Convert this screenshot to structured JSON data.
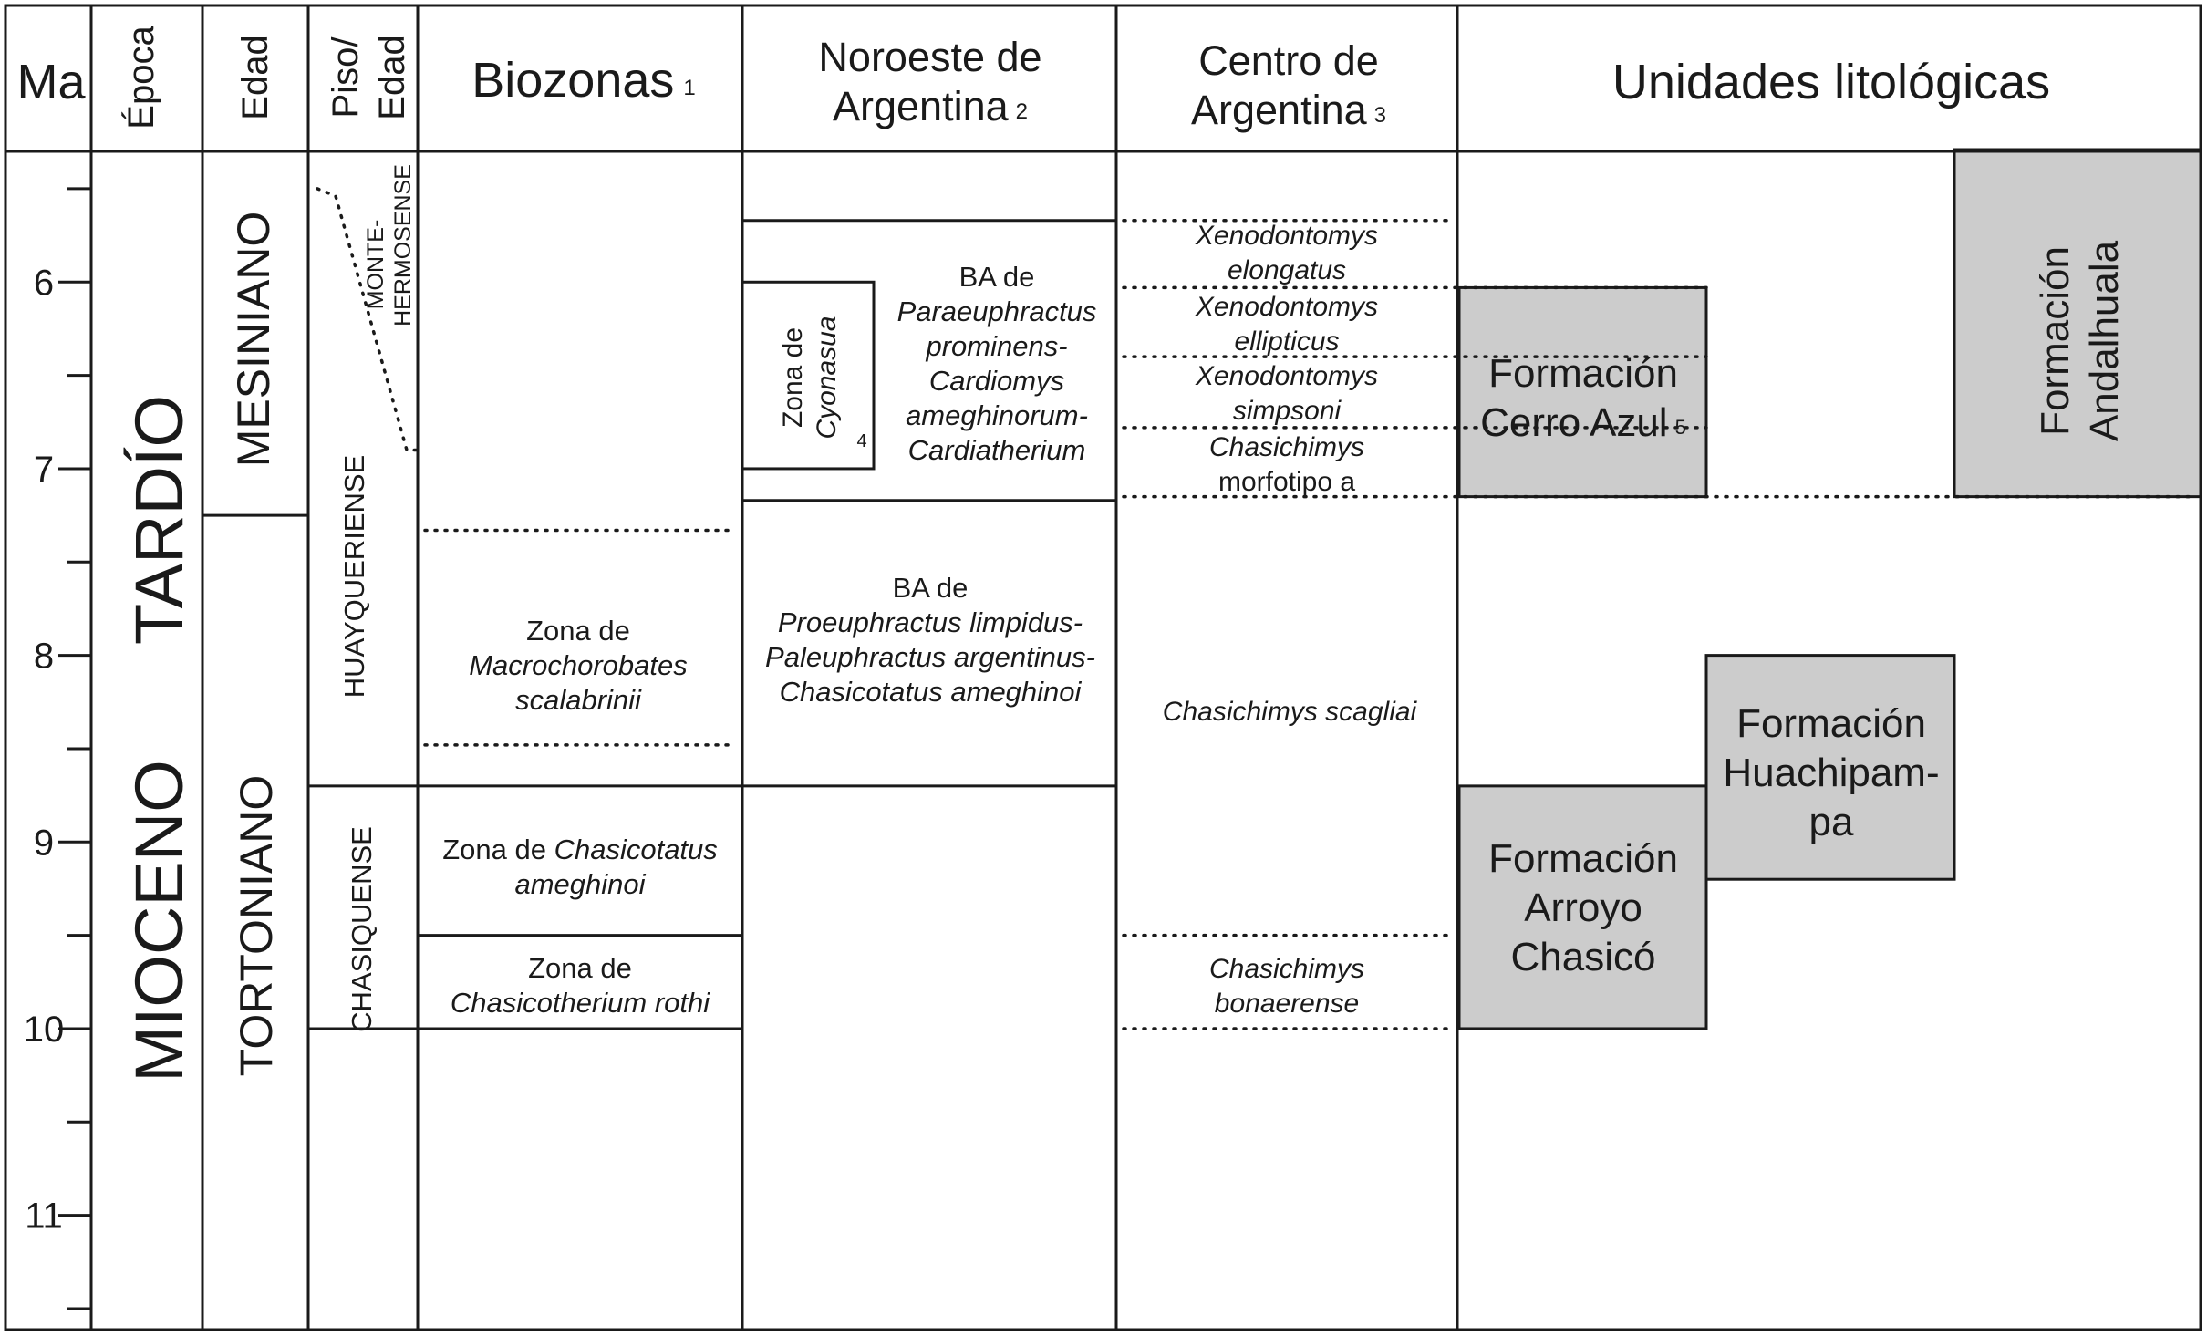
{
  "headers": {
    "ma": "Ma",
    "epoca": "Época",
    "edad": "Edad",
    "piso_line1": "Piso/",
    "piso_line2": "Edad",
    "biozonas": "Biozonas",
    "biozonas_note": "1",
    "noroeste_line1": "Noroeste de",
    "noroeste_line2": "Argentina",
    "noroeste_note": "2",
    "centro_line1": "Centro de",
    "centro_line2": "Argentina",
    "centro_note": "3",
    "unidades": "Unidades litológicas"
  },
  "time_axis": {
    "unit": "Ma",
    "min": 5.3,
    "max": 11.6,
    "ticks": [
      5.5,
      6,
      6.5,
      7,
      7.5,
      8,
      8.5,
      9,
      9.5,
      10,
      10.5,
      11,
      11.5
    ],
    "labels": [
      "6",
      "7",
      "8",
      "9",
      "10",
      "11"
    ]
  },
  "epoch": {
    "name": "MIOCENO",
    "subdivision": "TARDÍO"
  },
  "ages": [
    {
      "name": "MESINIANO",
      "from": 5.3,
      "to": 7.25
    },
    {
      "name": "TORTONIANO",
      "from": 7.25,
      "to": 11.6
    }
  ],
  "stages": [
    {
      "name": "MONTE-",
      "name2": "HERMOSENSE",
      "from": 5.5,
      "to": 6.9
    },
    {
      "name": "HUAYQUERIENSE",
      "from": 5.3,
      "to": 8.7
    },
    {
      "name": "CHASIQUENSE",
      "from": 8.7,
      "to": 10.0
    }
  ],
  "biozonas": [
    {
      "line1": "Zona de",
      "line2": "Macrochorobates",
      "line3": "scalabrinii",
      "from": 7.33,
      "to": 8.48
    },
    {
      "line1": "Zona de ",
      "line1_italic": "Chasicotatus",
      "line2": "ameghinoi",
      "from": 8.7,
      "to": 9.5
    },
    {
      "line1": "Zona de",
      "line2": "Chasicotherium rothi",
      "from": 9.5,
      "to": 10.0
    }
  ],
  "noroeste": {
    "cyonasua_line1": "Zona de",
    "cyonasua_line2": "Cyonasua",
    "cyonasua_note": "4",
    "cyonasua_from": 6.0,
    "cyonasua_to": 7.0,
    "upper_from": 5.67,
    "upper_to": 7.17,
    "upper_line1": "BA de",
    "upper_line2": "Paraeuphractus",
    "upper_line3": "prominens-",
    "upper_line4": "Cardiomys",
    "upper_line5": "ameghinorum-",
    "upper_line6": "Cardiatherium",
    "lower_from": 7.17,
    "lower_to": 8.7,
    "lower_line1": "BA de",
    "lower_line2": "Proeuphractus limpidus-",
    "lower_line3": "Paleuphractus argentinus-",
    "lower_line4": "Chasicotatus ameghinoi"
  },
  "centro": [
    {
      "genus": "Xenodontomys",
      "species": "elongatus",
      "from": 5.67,
      "to": 6.03
    },
    {
      "genus": "Xenodontomys",
      "species": "ellipticus",
      "from": 6.03,
      "to": 6.4
    },
    {
      "genus": "Xenodontomys",
      "species": "simpsoni",
      "from": 6.4,
      "to": 6.78
    },
    {
      "genus": "Chasichimys",
      "species": "morfotipo a",
      "from": 6.78,
      "to": 7.15
    },
    {
      "genus": "Chasichimys scagliai",
      "species": "",
      "from": 7.15,
      "to": 9.5
    },
    {
      "genus": "Chasichimys",
      "species": "bonaerense",
      "from": 9.5,
      "to": 10.0
    }
  ],
  "unidades": [
    {
      "line1": "Formación",
      "line2": "Cerro Azul",
      "note": "5",
      "from": 6.03,
      "to": 7.15
    },
    {
      "line1": "Formación",
      "line2": "Andalhuala",
      "from": 5.3,
      "to": 7.15
    },
    {
      "line1": "Formación",
      "line2": "Huachipam-",
      "line3": "pa",
      "from": 8.0,
      "to": 9.2
    },
    {
      "line1": "Formación",
      "line2": "Arroyo",
      "line3": "Chasicó",
      "from": 8.7,
      "to": 10.0
    }
  ],
  "colors": {
    "line": "#1a1a1a",
    "unit_fill": "#cccccc",
    "background": "#ffffff"
  }
}
